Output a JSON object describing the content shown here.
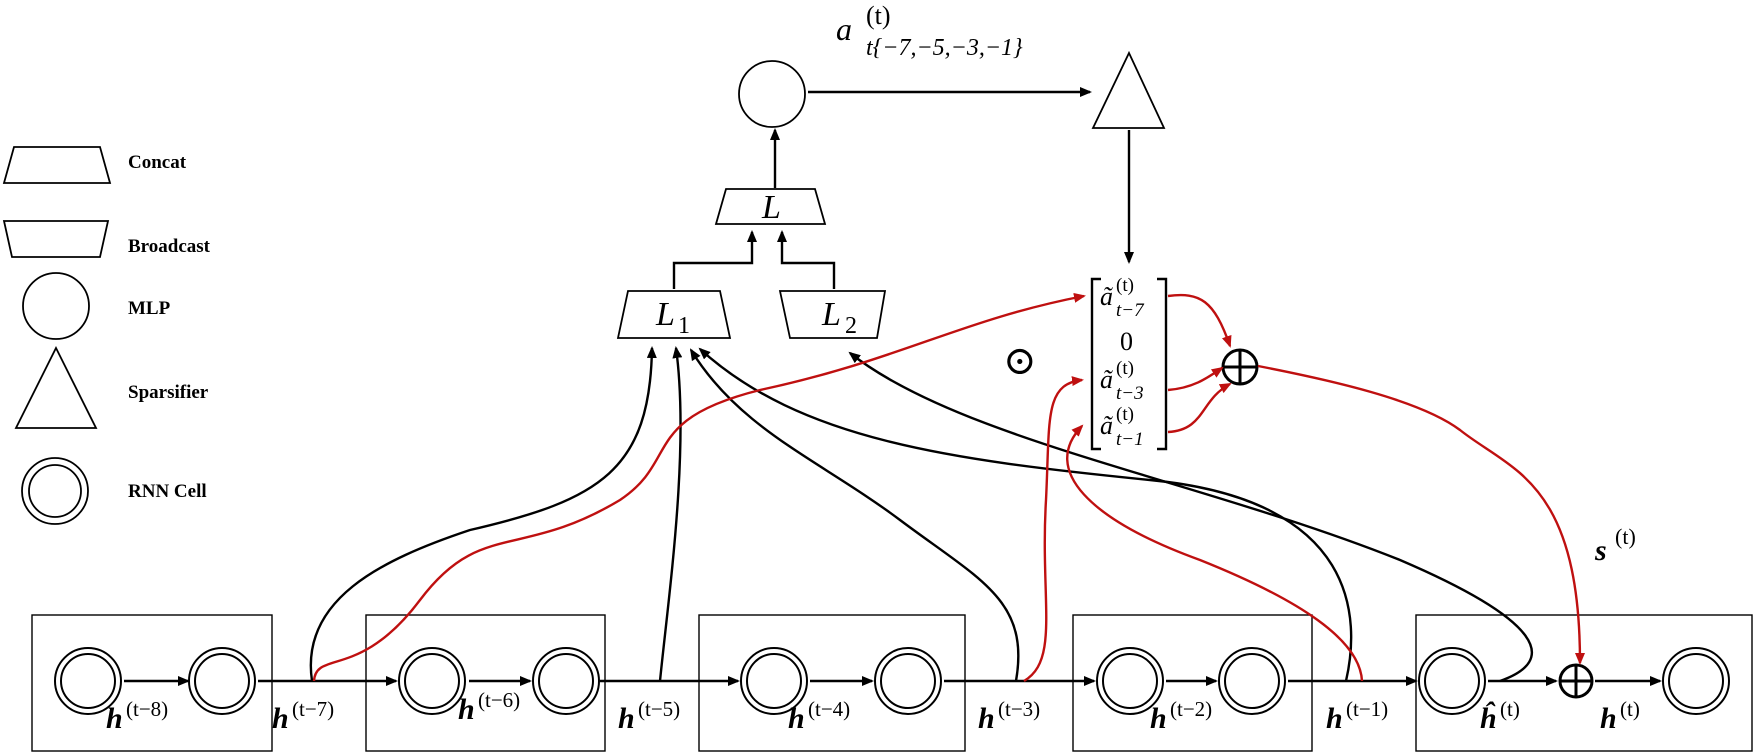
{
  "legend": {
    "items": [
      {
        "icon": "concat-trapezoid-icon",
        "label": "Concat"
      },
      {
        "icon": "broadcast-trapezoid-icon",
        "label": "Broadcast"
      },
      {
        "icon": "mlp-circle-icon",
        "label": "MLP"
      },
      {
        "icon": "sparsifier-triangle-icon",
        "label": "Sparsifier"
      },
      {
        "icon": "rnn-cell-double-circle-icon",
        "label": "RNN Cell"
      }
    ]
  },
  "nodes": {
    "L": {
      "base": "L",
      "sub": ""
    },
    "L1": {
      "base": "L",
      "sub": "1"
    },
    "L2": {
      "base": "L",
      "sub": "2"
    },
    "attention": {
      "base": "a",
      "sup": "(t)",
      "sub": "t{−7,−5,−3,−1}"
    },
    "hadamard": "⊙",
    "plus": "⊕",
    "matrix": {
      "row1": {
        "base": "ã",
        "sup": "(t)",
        "sub": "t−7"
      },
      "row2": "0",
      "row3": {
        "base": "ã",
        "sup": "(t)",
        "sub": "t−3"
      },
      "row4": {
        "base": "ã",
        "sup": "(t)",
        "sub": "t−1"
      }
    },
    "s_label": {
      "base": "s",
      "sup": "(t)"
    }
  },
  "hidden_labels": [
    {
      "base": "h",
      "sup": "(t−8)"
    },
    {
      "base": "h",
      "sup": "(t−7)"
    },
    {
      "base": "h",
      "sup": "(t−6)"
    },
    {
      "base": "h",
      "sup": "(t−5)"
    },
    {
      "base": "h",
      "sup": "(t−4)"
    },
    {
      "base": "h",
      "sup": "(t−3)"
    },
    {
      "base": "h",
      "sup": "(t−2)"
    },
    {
      "base": "h",
      "sup": "(t−1)"
    },
    {
      "base": "ĥ",
      "sup": "(t)"
    },
    {
      "base": "h",
      "sup": "(t)"
    }
  ],
  "colors": {
    "black_path": "#000000",
    "red_path": "#bf1010",
    "background": "#ffffff"
  }
}
